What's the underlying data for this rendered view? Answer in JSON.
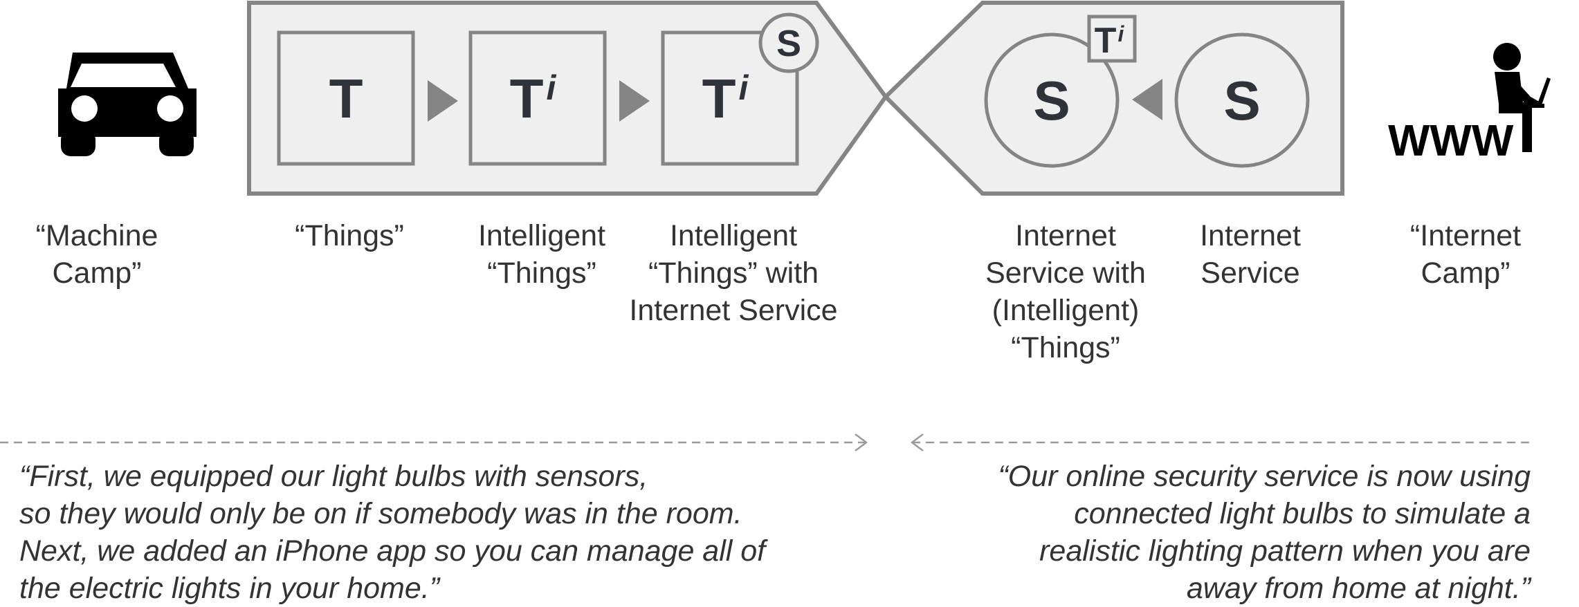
{
  "colors": {
    "panel_fill": "#efefef",
    "panel_stroke": "#858585",
    "arrow_fill": "#858585",
    "glyph_text": "#2f3339",
    "icon_black": "#000000",
    "dashed_line": "#9a9a9a",
    "text": "#333333"
  },
  "glyphs": {
    "things": "T",
    "intelligent_things": "T",
    "intelligent_superscript": "i",
    "service": "S",
    "mini_things": "T",
    "mini_superscript": "i"
  },
  "icons": {
    "machine": "car-icon",
    "internet": "person-laptop-www-icon",
    "www_text": "WWW"
  },
  "labels": {
    "machine_camp": [
      "“Machine",
      "Camp”"
    ],
    "things": [
      "“Things”"
    ],
    "intelligent_things": [
      "Intelligent",
      "“Things”"
    ],
    "intelligent_things_service": [
      "Intelligent",
      "“Things” with",
      "Internet Service"
    ],
    "internet_service_things": [
      "Internet",
      "Service with",
      "(Intelligent)",
      "“Things”"
    ],
    "internet_service": [
      "Internet",
      "Service"
    ],
    "internet_camp": [
      "“Internet",
      "Camp”"
    ]
  },
  "quotes": {
    "left": [
      "“First, we equipped our light bulbs with sensors,",
      "so they would only be on if somebody was in the room.",
      "Next, we added an iPhone app so you can manage all of",
      "the electric lights in your home.”"
    ],
    "right": [
      "“Our online security service is now using",
      "connected light bulbs to simulate a",
      "realistic lighting pattern when you are",
      "away from home at night.”"
    ]
  }
}
